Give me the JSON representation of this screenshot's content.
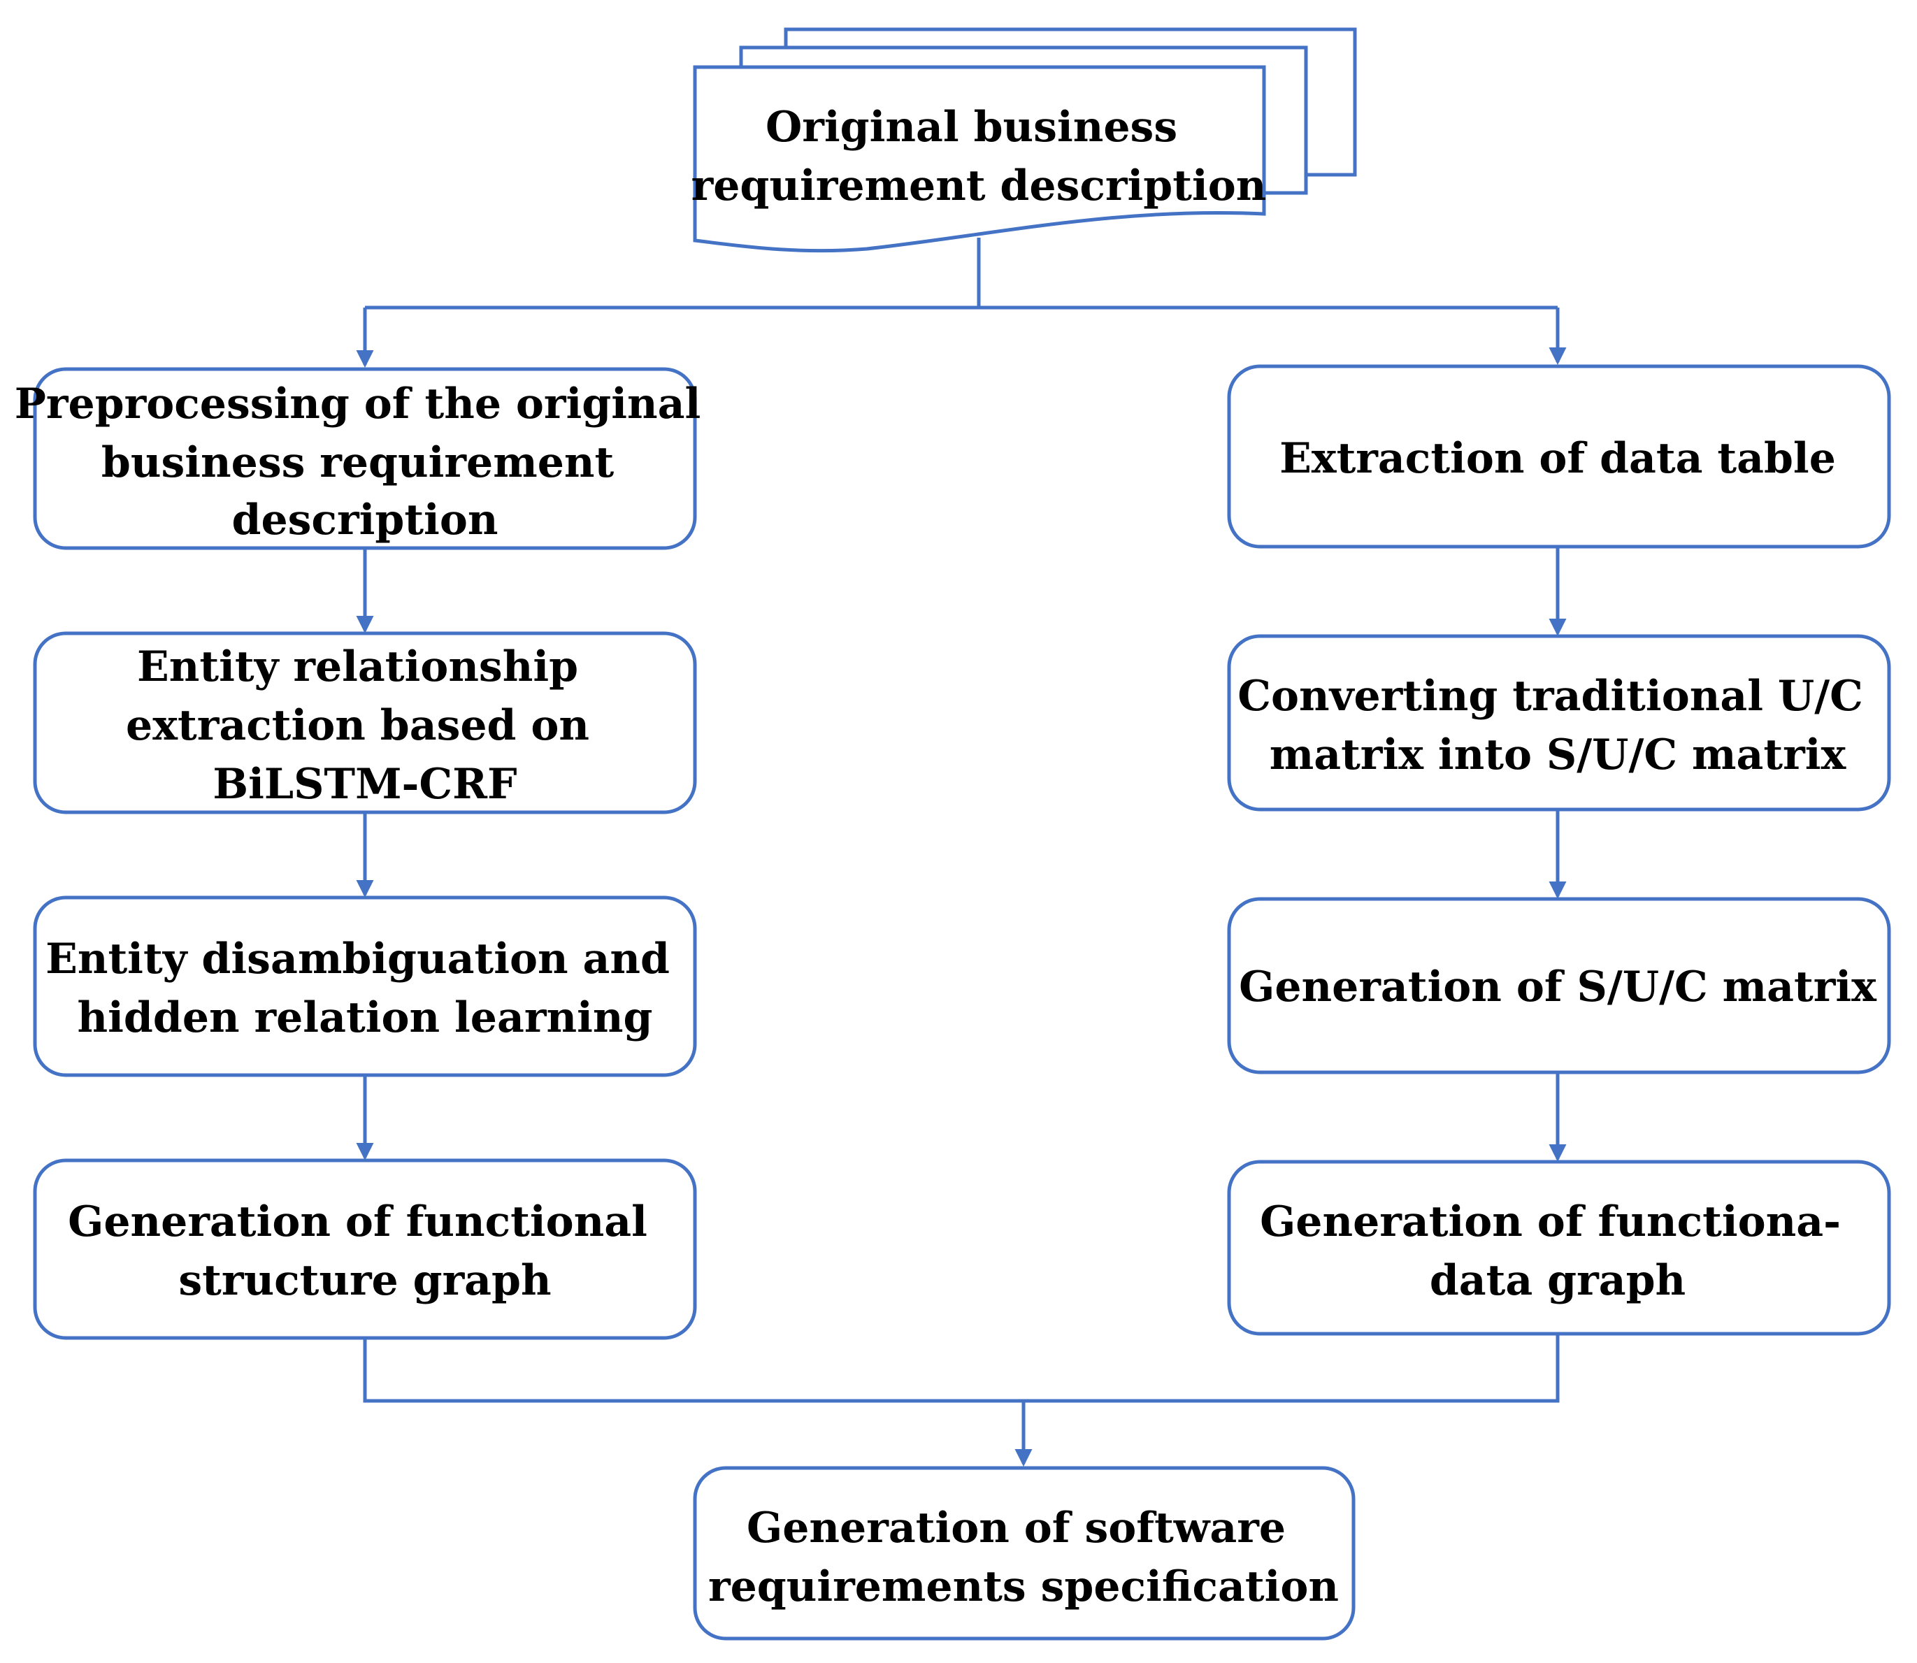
{
  "colors": {
    "stroke": "#4472C4",
    "text": "#000000",
    "background": "#ffffff"
  },
  "nodes": {
    "source": {
      "lines": [
        "Original business",
        "requirement description"
      ]
    },
    "left": [
      {
        "lines": [
          "Preprocessing of the original",
          "business requirement",
          "description"
        ]
      },
      {
        "lines": [
          "Entity relationship",
          "extraction based on",
          "BiLSTM-CRF"
        ]
      },
      {
        "lines": [
          "Entity disambiguation and",
          "hidden relation learning"
        ]
      },
      {
        "lines": [
          "Generation of functional",
          "structure graph"
        ]
      }
    ],
    "right": [
      {
        "lines": [
          "Extraction of data table"
        ]
      },
      {
        "lines": [
          "Converting traditional U/C",
          "matrix into S/U/C matrix"
        ]
      },
      {
        "lines": [
          "Generation of S/U/C matrix"
        ]
      },
      {
        "lines": [
          "Generation of functiona-",
          "data graph"
        ]
      }
    ],
    "output": {
      "lines": [
        "Generation of software",
        "requirements specification"
      ]
    }
  }
}
